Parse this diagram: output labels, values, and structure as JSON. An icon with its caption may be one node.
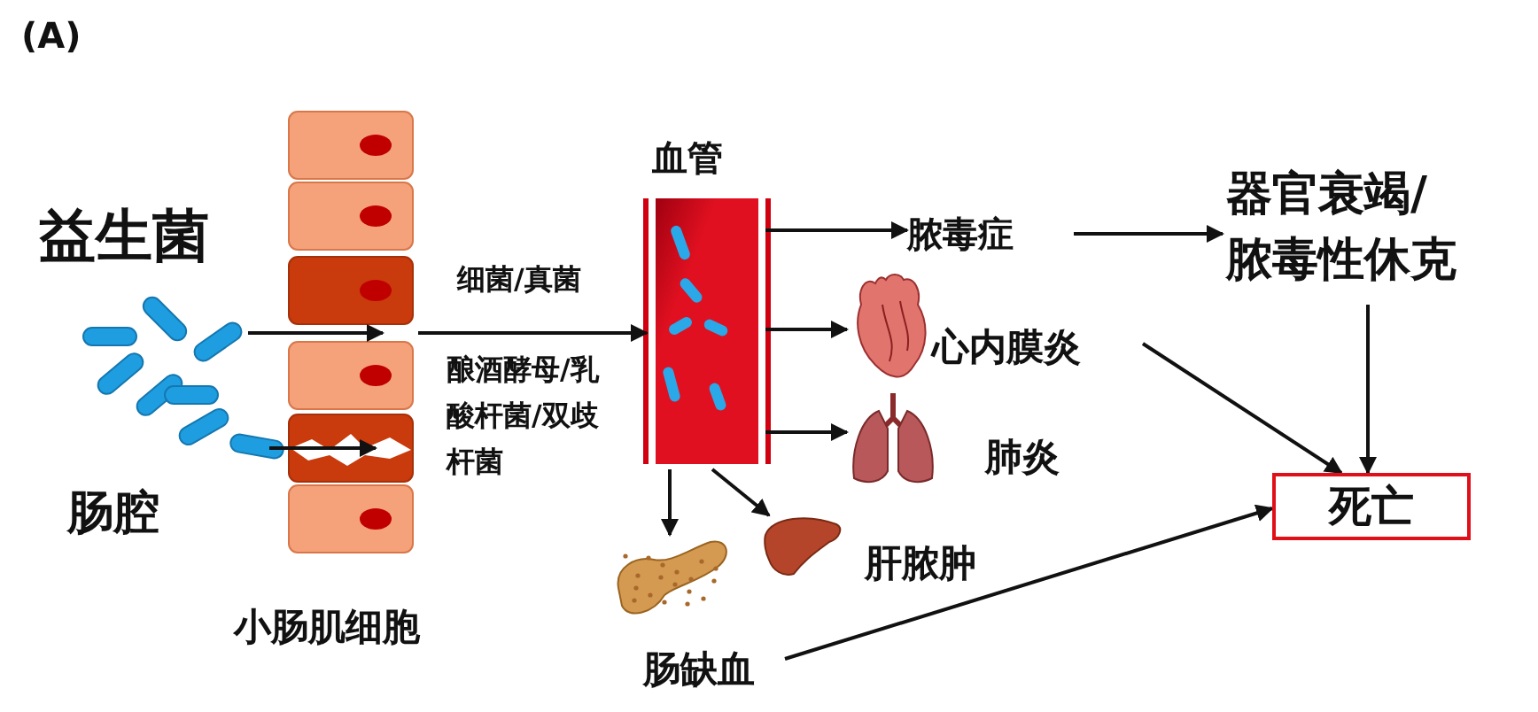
{
  "diagram": {
    "nodes": [
      {
        "text": [],
        "shape": "picture"
      },
      {
        "text": [],
        "shape": "picture",
        "beside": [
          "小肠肌细胞"
        ]
      },
      {
        "text": [
          "血管"
        ]
      },
      {
        "text": [
          "脓毒症"
        ]
      },
      {
        "text": [
          "心内膜炎"
        ]
      },
      {
        "text": [
          "肺炎"
        ]
      },
      {
        "text": [
          "肝脓肿"
        ]
      },
      {
        "text": [
          "肠缺血"
        ]
      },
      {
        "text": [
          "器官衰竭/脓毒性休克"
        ]
      },
      {
        "text": [
          "死亡"
        ]
      }
    ],
    "edges": [
      {
        "from": 0,
        "to": 1,
        "arrow": "to"
      },
      {
        "from": 1,
        "to": 2,
        "arrow": "to",
        "label": "细菌/真菌"
      },
      {
        "from": 0,
        "to": 1,
        "arrow": "to"
      },
      {
        "from": 2,
        "to": 3,
        "arrow": "to"
      },
      {
        "from": 2,
        "to": 4,
        "arrow": "to"
      },
      {
        "from": 2,
        "to": 5,
        "arrow": "to"
      },
      {
        "from": 2,
        "to": 7,
        "arrow": "to"
      },
      {
        "from": 2,
        "to": 6,
        "arrow": "to"
      },
      {
        "from": 3,
        "to": 8,
        "arrow": "to"
      },
      {
        "from": 4,
        "to": 9,
        "arrow": "to"
      },
      {
        "from": 8,
        "to": 9,
        "arrow": "to"
      },
      {
        "from": 7,
        "to": 9,
        "arrow": "to"
      }
    ],
    "labels": [
      "(A)",
      "益生菌",
      "肠腔",
      "酿酒酵母/乳酸杆菌/双歧杆菌"
    ]
  }
}
